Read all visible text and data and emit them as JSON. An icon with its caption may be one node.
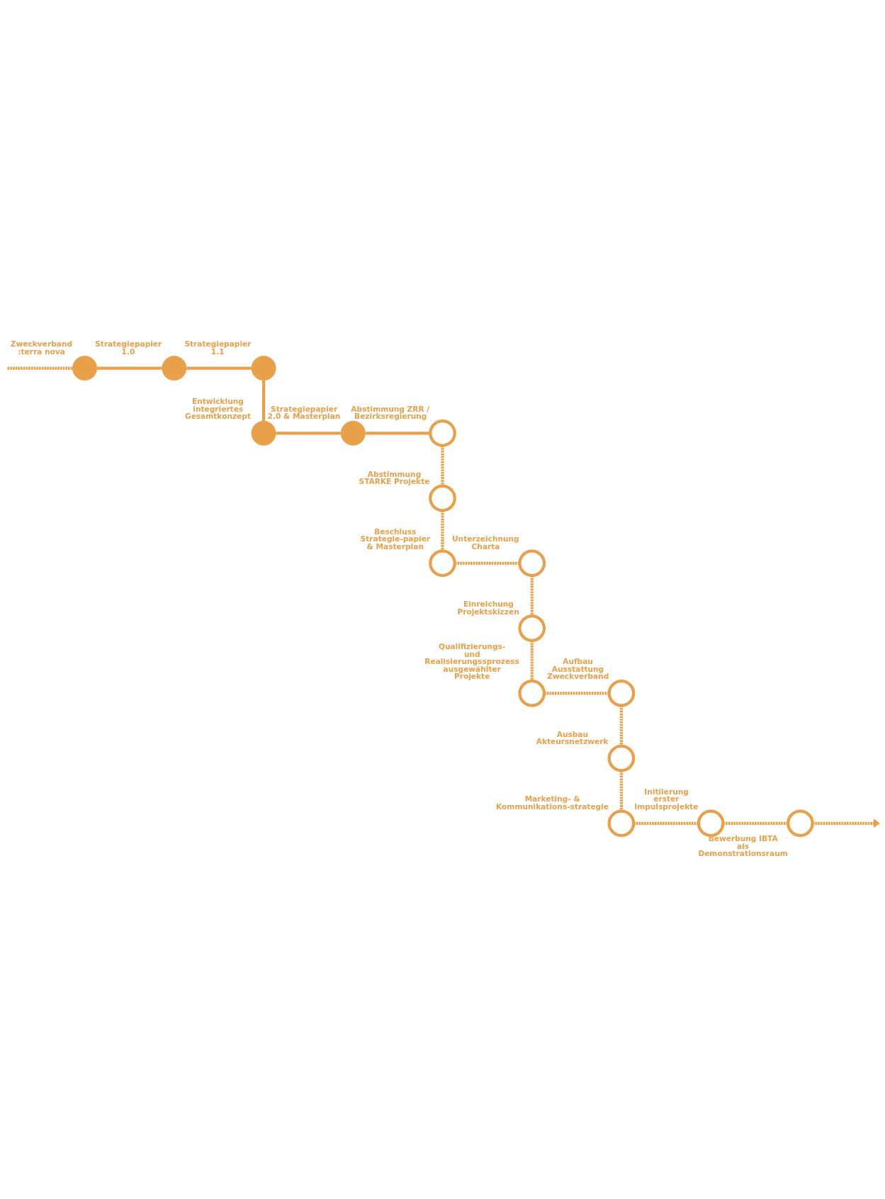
{
  "diagram": {
    "nodes": [
      {
        "text": [],
        "shape": "circle",
        "beside": [
          "Zweckverband :terra nova"
        ]
      },
      {
        "text": [],
        "shape": "circle",
        "beside": [
          "Strategiepapier 1.0"
        ]
      },
      {
        "text": [],
        "shape": "circle",
        "beside": [
          "Strategiepapier 1.1"
        ]
      },
      {
        "text": [],
        "shape": "circle",
        "beside": [
          "Entwicklung integriertes Gesamtkonzept"
        ]
      },
      {
        "text": [],
        "shape": "circle",
        "beside": [
          "Strategiepapier 2.0 & Masterplan"
        ]
      },
      {
        "text": [],
        "shape": "ring",
        "beside": [
          "Abstimmung ZRR / Bezirksregierung"
        ]
      },
      {
        "text": [],
        "shape": "ring",
        "beside": [
          "Abstimmung STARKE Projekte"
        ]
      },
      {
        "text": [],
        "shape": "ring",
        "beside": [
          "Beschluss Strategie-papier & Masterplan"
        ]
      },
      {
        "text": [],
        "shape": "ring",
        "beside": [
          "Unterzeichnung Charta"
        ]
      },
      {
        "text": [],
        "shape": "ring",
        "beside": [
          "Einreichung Projektskizzen"
        ]
      },
      {
        "text": [],
        "shape": "ring",
        "beside": [
          "Qualifizierungs- und Realisierungssprozess ausgewählter Projekte"
        ]
      },
      {
        "text": [],
        "shape": "ring",
        "beside": [
          "Aufbau Ausstattung Zweckverband"
        ]
      },
      {
        "text": [],
        "shape": "ring",
        "beside": [
          "Ausbau Akteursnetzwerk"
        ]
      },
      {
        "text": [],
        "shape": "ring",
        "beside": [
          "Marketing- & Kommunikations-strategie"
        ]
      },
      {
        "text": [],
        "shape": "ring",
        "beside": [
          "Initiierung erster Impulsprojekte"
        ]
      },
      {
        "text": [],
        "shape": "ring",
        "beside": [
          "Bewerbung IBTA als Demonstrationsraum"
        ]
      }
    ],
    "edges": [
      {
        "from": null,
        "to": 0,
        "arrow": "none",
        "style": "dashed"
      },
      {
        "from": 0,
        "to": 1,
        "arrow": "none"
      },
      {
        "from": 1,
        "to": 2,
        "arrow": "none"
      },
      {
        "from": 2,
        "to": 3,
        "arrow": "none"
      },
      {
        "from": 3,
        "to": 4,
        "arrow": "none"
      },
      {
        "from": 4,
        "to": 5,
        "arrow": "none"
      },
      {
        "from": 5,
        "to": 6,
        "arrow": "none",
        "style": "dashed"
      },
      {
        "from": 6,
        "to": 7,
        "arrow": "none",
        "style": "dashed"
      },
      {
        "from": 7,
        "to": 8,
        "arrow": "none",
        "style": "dashed"
      },
      {
        "from": 8,
        "to": 9,
        "arrow": "none",
        "style": "dashed"
      },
      {
        "from": 9,
        "to": 10,
        "arrow": "none",
        "style": "dashed"
      },
      {
        "from": 10,
        "to": 11,
        "arrow": "none",
        "style": "dashed"
      },
      {
        "from": 11,
        "to": 12,
        "arrow": "none",
        "style": "dashed"
      },
      {
        "from": 12,
        "to": 13,
        "arrow": "none",
        "style": "dashed"
      },
      {
        "from": 13,
        "to": 14,
        "arrow": "none",
        "style": "dashed"
      },
      {
        "from": 14,
        "to": 15,
        "arrow": "none",
        "style": "dashed"
      },
      {
        "from": 15,
        "to": null,
        "arrow": "to",
        "style": "dashed"
      }
    ]
  }
}
